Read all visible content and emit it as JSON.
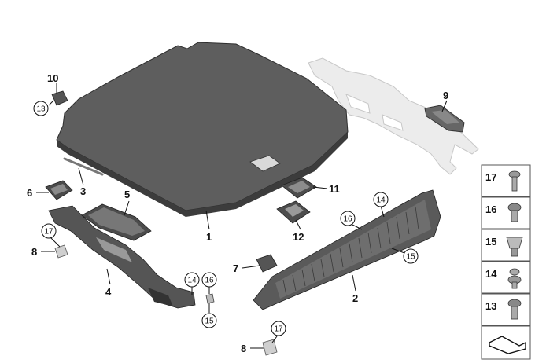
{
  "callouts": {
    "p1": "1",
    "p2": "2",
    "p3": "3",
    "p4": "4",
    "p5": "5",
    "p6": "6",
    "p7": "7",
    "p8a": "8",
    "p8b": "8",
    "p9": "9",
    "p10": "10",
    "p11": "11",
    "p12": "12"
  },
  "circled": {
    "c13": "13",
    "c14a": "14",
    "c14b": "14",
    "c15a": "15",
    "c15b": "15",
    "c16a": "16",
    "c16b": "16",
    "c17a": "17",
    "c17b": "17"
  },
  "legend": [
    "17",
    "16",
    "15",
    "14",
    "13"
  ],
  "colors": {
    "panel": "#5f5f5f",
    "panel_dark": "#3e3e3e",
    "panel_light": "#8a8a8a",
    "ghost": "#e6e6e6",
    "line": "#111111"
  }
}
